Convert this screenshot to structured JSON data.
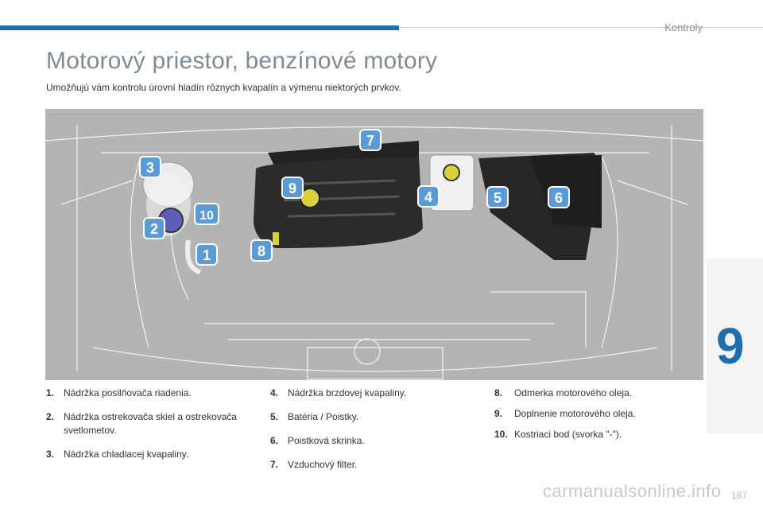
{
  "header": {
    "section": "Kontroly",
    "title": "Motorový priestor, benzínové motory",
    "subtitle": "Umožňujú vám kontrolu úrovní hladín rôznych kvapalín a výmenu niektorých prvkov."
  },
  "engine_callouts": [
    "1",
    "2",
    "3",
    "4",
    "5",
    "6",
    "7",
    "8",
    "9",
    "10"
  ],
  "legend": {
    "col1": [
      {
        "num": "1.",
        "text": "Nádržka posilňovača riadenia."
      },
      {
        "num": "2.",
        "text": "Nádržka ostrekovača skiel a ostrekovača svetlometov."
      },
      {
        "num": "3.",
        "text": "Nádržka chladiacej kvapaliny."
      }
    ],
    "col2": [
      {
        "num": "4.",
        "text": "Nádržka brzdovej kvapaliny."
      },
      {
        "num": "5.",
        "text": "Batéria / Poistky."
      },
      {
        "num": "6.",
        "text": "Poistková skrinka."
      },
      {
        "num": "7.",
        "text": "Vzduchový filter."
      }
    ],
    "col3": [
      {
        "num": "8.",
        "text": "Odmerka motorového oleja."
      },
      {
        "num": "9.",
        "text": "Doplnenie motorového oleja."
      },
      {
        "num": "10.",
        "text": "Kostriaci bod (svorka \"-\")."
      }
    ]
  },
  "chapter_number": "9",
  "page_number": "187",
  "watermark": "carmanualsonline.info",
  "colors": {
    "accent": "#1f6fae",
    "callout": "#5a9bd5",
    "engine_bg": "#b4b4b4"
  }
}
